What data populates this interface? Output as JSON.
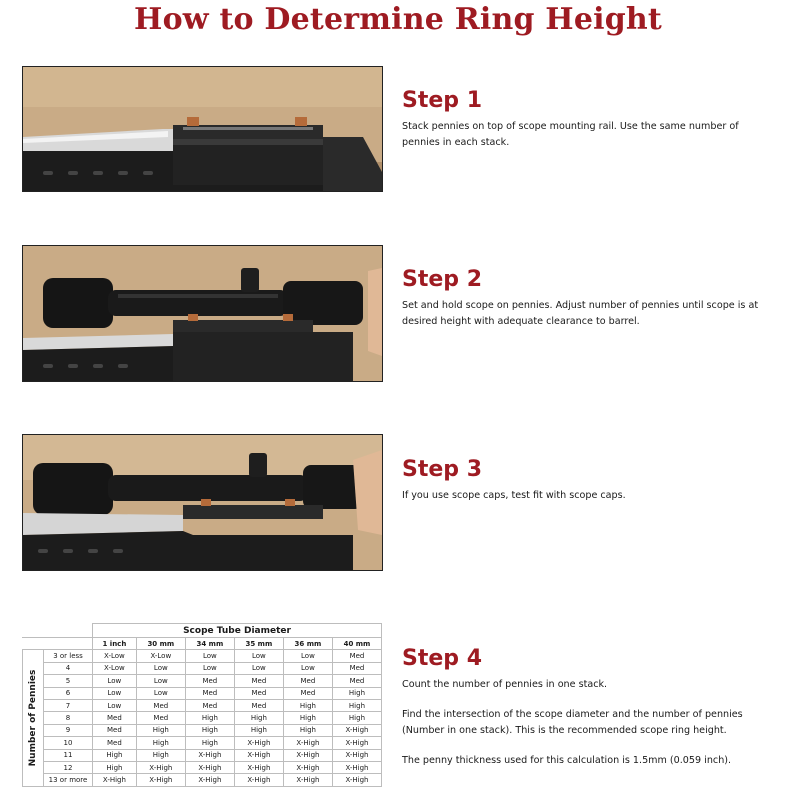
{
  "title": "How to Determine Ring Height",
  "steps": [
    {
      "heading": "Step 1",
      "paragraphs": [
        "Stack pennies on top of scope mounting rail.  Use the same number of pennies in each stack."
      ]
    },
    {
      "heading": "Step 2",
      "paragraphs": [
        "Set and hold scope on pennies.  Adjust number of pennies until scope is at desired height with adequate clearance to barrel."
      ]
    },
    {
      "heading": "Step 3",
      "paragraphs": [
        "If you use scope caps, test fit with scope caps."
      ]
    },
    {
      "heading": "Step 4",
      "paragraphs": [
        "Count the number of pennies in one stack.",
        "Find the intersection of the scope diameter and the number of pennies (Number in one stack).  This is the recommended scope ring height.",
        "The penny thickness used for this calculation is 1.5mm (0.059 inch)."
      ]
    }
  ],
  "table": {
    "title": "Scope Tube Diameter",
    "row_label": "Number of Pennies",
    "columns": [
      "1 inch",
      "30 mm",
      "34 mm",
      "35 mm",
      "36 mm",
      "40 mm"
    ],
    "rows": [
      {
        "pennies": "3 or less",
        "values": [
          "X-Low",
          "X-Low",
          "Low",
          "Low",
          "Low",
          "Med"
        ]
      },
      {
        "pennies": "4",
        "values": [
          "X-Low",
          "Low",
          "Low",
          "Low",
          "Low",
          "Med"
        ]
      },
      {
        "pennies": "5",
        "values": [
          "Low",
          "Low",
          "Med",
          "Med",
          "Med",
          "Med"
        ]
      },
      {
        "pennies": "6",
        "values": [
          "Low",
          "Low",
          "Med",
          "Med",
          "Med",
          "High"
        ]
      },
      {
        "pennies": "7",
        "values": [
          "Low",
          "Med",
          "Med",
          "Med",
          "High",
          "High"
        ]
      },
      {
        "pennies": "8",
        "values": [
          "Med",
          "Med",
          "High",
          "High",
          "High",
          "High"
        ]
      },
      {
        "pennies": "9",
        "values": [
          "Med",
          "High",
          "High",
          "High",
          "High",
          "X-High"
        ]
      },
      {
        "pennies": "10",
        "values": [
          "Med",
          "High",
          "High",
          "X-High",
          "X-High",
          "X-High"
        ]
      },
      {
        "pennies": "11",
        "values": [
          "High",
          "High",
          "X-High",
          "X-High",
          "X-High",
          "X-High"
        ]
      },
      {
        "pennies": "12",
        "values": [
          "High",
          "X-High",
          "X-High",
          "X-High",
          "X-High",
          "X-High"
        ]
      },
      {
        "pennies": "13 or more",
        "values": [
          "X-High",
          "X-High",
          "X-High",
          "X-High",
          "X-High",
          "X-High"
        ]
      }
    ]
  },
  "colors": {
    "accent": "#9e1b22",
    "photo_background": "#c9ab86"
  }
}
